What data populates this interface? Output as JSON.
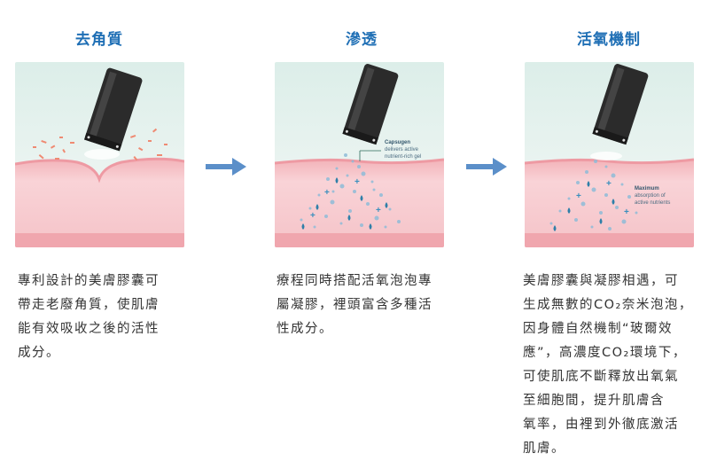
{
  "columns": [
    {
      "title": "去角質",
      "description_lines": [
        "專利設計的美膚膠囊可",
        "帶走老廢角質，使肌膚",
        "能有效吸收之後的活性",
        "成分。"
      ]
    },
    {
      "title": "滲透",
      "annotation": [
        "Capsugen",
        "delivers active",
        "nutrient-rich gel"
      ],
      "description_lines": [
        "療程同時搭配活氧泡泡專",
        "屬凝膠，裡頭富含多種活",
        "性成分。"
      ]
    },
    {
      "title": "活氧機制",
      "annotation": [
        "Maximum",
        "absorption of",
        "active nutrients"
      ],
      "description_lines": [
        "美膚膠囊與凝膠相遇，可",
        "生成無數的CO₂奈米泡泡，",
        "因身體自然機制“玻爾效",
        "應”，高濃度CO₂環境下，",
        "可使肌底不斷釋放出氧氣",
        "至細胞間，提升肌膚含",
        "氧率，由裡到外徹底激活",
        "肌膚。"
      ]
    }
  ],
  "colors": {
    "title": "#1f6fb5",
    "arrow": "#5b8fc9",
    "skin": "#f6c6cc",
    "skin_top": "#f0a9b0",
    "background_top": "#e6f3f1",
    "device": "#2b2b2b"
  }
}
